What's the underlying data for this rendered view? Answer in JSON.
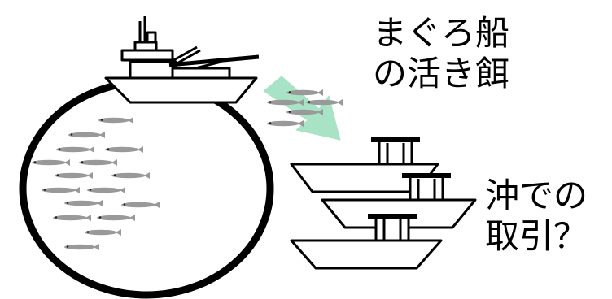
{
  "caption_tuna": {
    "line1": "まぐろ船",
    "line2": "の活き餌"
  },
  "caption_deal": {
    "line1": "沖での",
    "line2": "取引？"
  },
  "colors": {
    "outline": "#000000",
    "fish": "#999999",
    "fish_eye": "#222222",
    "arrow": "#a7e3c4",
    "background": "#ffffff"
  },
  "icons": {
    "tuna_vessel": "fishing-ship-icon",
    "bait_boat": "boat-icon",
    "transfer": "arrow-diagonal-icon",
    "bait_fish": "sardine-icon"
  }
}
